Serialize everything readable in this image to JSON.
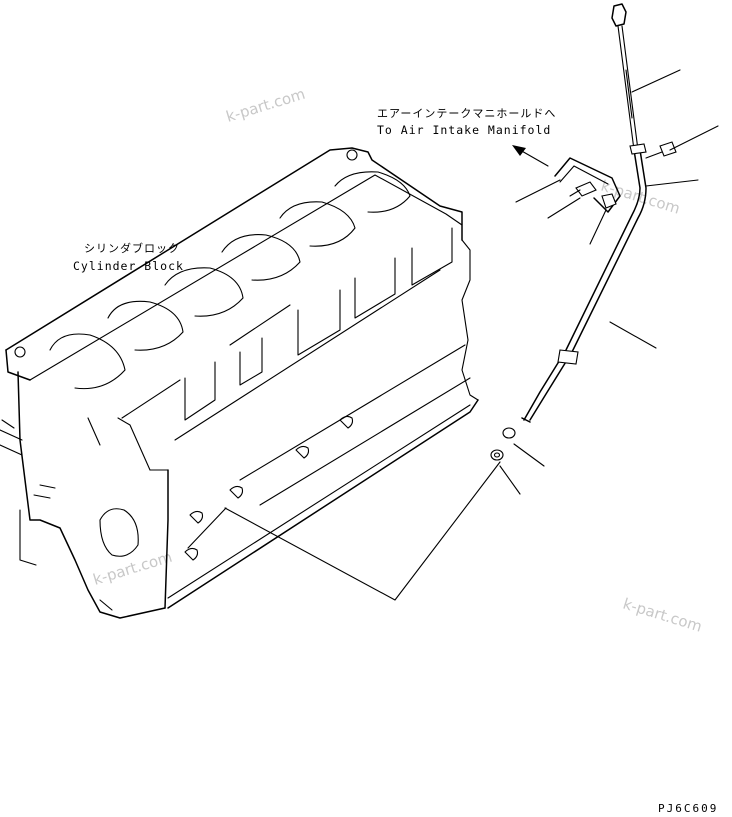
{
  "labels": {
    "air_intake_jp": "エアーインテークマニホールドへ",
    "air_intake_en": "To Air Intake Manifold",
    "cylinder_block_jp": "シリンダブロック",
    "cylinder_block_en": "Cylinder Block"
  },
  "watermarks": [
    "k-part.com",
    "k-part.com",
    "k-part.com",
    "k-part.com"
  ],
  "drawing_code": "PJ6C609"
}
